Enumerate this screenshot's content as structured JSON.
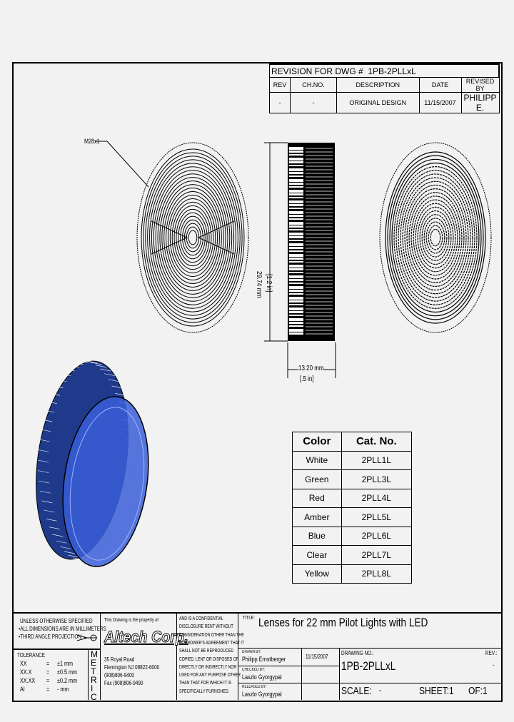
{
  "revision": {
    "title": "REVISION FOR DWG #",
    "dwg": "1PB-2PLLxL",
    "headers": [
      "REV",
      "CH.NO.",
      "DESCRIPTION",
      "DATE",
      "REVISED BY"
    ],
    "row": [
      "-",
      "-",
      "ORIGINAL DESIGN",
      "11/15/2007",
      "PHILIPP E."
    ]
  },
  "drawing": {
    "thread_label": "M28x1",
    "height_dim": "29.74 mm",
    "height_dim_in": "[1.2 in]",
    "width_dim": "13.20 mm",
    "width_dim_in": "[.5 in]",
    "lens_color": "#3a5fd8"
  },
  "catalog": {
    "headers": [
      "Color",
      "Cat. No."
    ],
    "rows": [
      [
        "White",
        "2PLL1L"
      ],
      [
        "Green",
        "2PLL3L"
      ],
      [
        "Red",
        "2PLL4L"
      ],
      [
        "Amber",
        "2PLL5L"
      ],
      [
        "Blue",
        "2PLL6L"
      ],
      [
        "Clear",
        "2PLL7L"
      ],
      [
        "Yellow",
        "2PLL8L"
      ]
    ]
  },
  "titleblock": {
    "unless": "UNLESS OTHERWISE SPECIFIED",
    "dims": "•ALL DIMENSIONS ARE IN MILLIMETERS",
    "projection": "•THIRD ANGLE PROJECTION",
    "tolerance_label": "TOLERANCE",
    "tolerances": [
      [
        "XX",
        "=",
        "±1 mm"
      ],
      [
        "XX.X",
        "=",
        "±0.5 mm"
      ],
      [
        "XX.XX",
        "=",
        "±0.2 mm"
      ],
      [
        "AI",
        "=",
        "- mm"
      ]
    ],
    "metric": [
      "M",
      "E",
      "T",
      "R",
      "I",
      "C"
    ],
    "property": "This Drawing is the property of",
    "company": "Altech Corp.",
    "address": [
      "35 Royal Road",
      "Flemington NJ 08822-6000",
      "(908)806-9400",
      "Fax (908)806-9490"
    ],
    "confidential": [
      "AND IS A CONFIDENTIAL",
      "DISCLOSURE RENT WITHOUT",
      "CONSIDERATION OTHER THAN THE",
      "BORROWER'S AGREEMENT THAT IT",
      "SHALL NOT BE REPRODUCED",
      "COPIED, LENT OR DISPOSED OF",
      "DIRECTLY OR INDIRECTLY NOR",
      "USED FOR ANY PURPOSE OTHER",
      "THAN THAT FOR WHICH IT IS",
      "SPECIFICALLY FURNISHED."
    ],
    "title_label": "TITLE:",
    "title": "Lenses for 22 mm Pilot Lights with LED",
    "drawn_by_label": "DRAWN BY:",
    "drawn_by": "Philipp Ernstberger",
    "drawn_date": "11/15/2007",
    "checked_by_label": "CHECKED BY:",
    "checked_by": "Laszlo Gyorgypal",
    "released_by_label": "RELEASED BY:",
    "released_by": "Laszlo Gyorgypal",
    "drawing_no_label": "DRAWING NO.:",
    "drawing_no": "1PB-2PLLxL",
    "rev_label": "REV.:",
    "rev": "-",
    "scale_label": "SCALE:",
    "scale": "-",
    "sheet": "SHEET:1",
    "of": "OF:1"
  }
}
